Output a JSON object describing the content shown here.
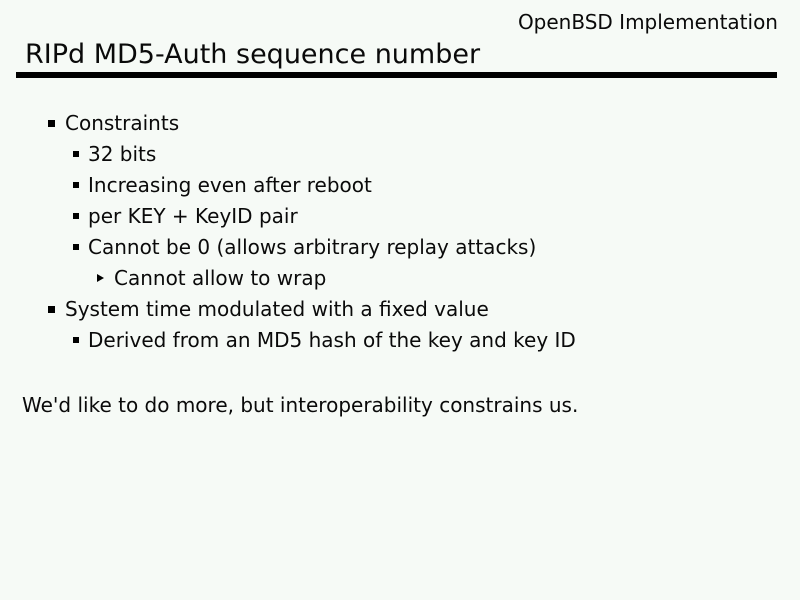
{
  "slide": {
    "header": "OpenBSD Implementation",
    "title": "RIPd MD5-Auth sequence number",
    "footer": "We'd like to do more, but interoperability constrains us."
  },
  "bullets": [
    {
      "level": 1,
      "text": "Constraints"
    },
    {
      "level": 2,
      "text": "32 bits"
    },
    {
      "level": 2,
      "text": "Increasing even after reboot"
    },
    {
      "level": 2,
      "text": "per KEY + KeyID pair"
    },
    {
      "level": 2,
      "text": "Cannot be 0 (allows arbitrary replay attacks)"
    },
    {
      "level": 3,
      "text": "Cannot allow to wrap"
    },
    {
      "level": 1,
      "text": "System time modulated with a fixed value"
    },
    {
      "level": 2,
      "text": "Derived from an MD5 hash of the key and key ID"
    }
  ],
  "colors": {
    "background": "#f6faf6",
    "text": "#0a0a0a",
    "rule": "#000000"
  }
}
